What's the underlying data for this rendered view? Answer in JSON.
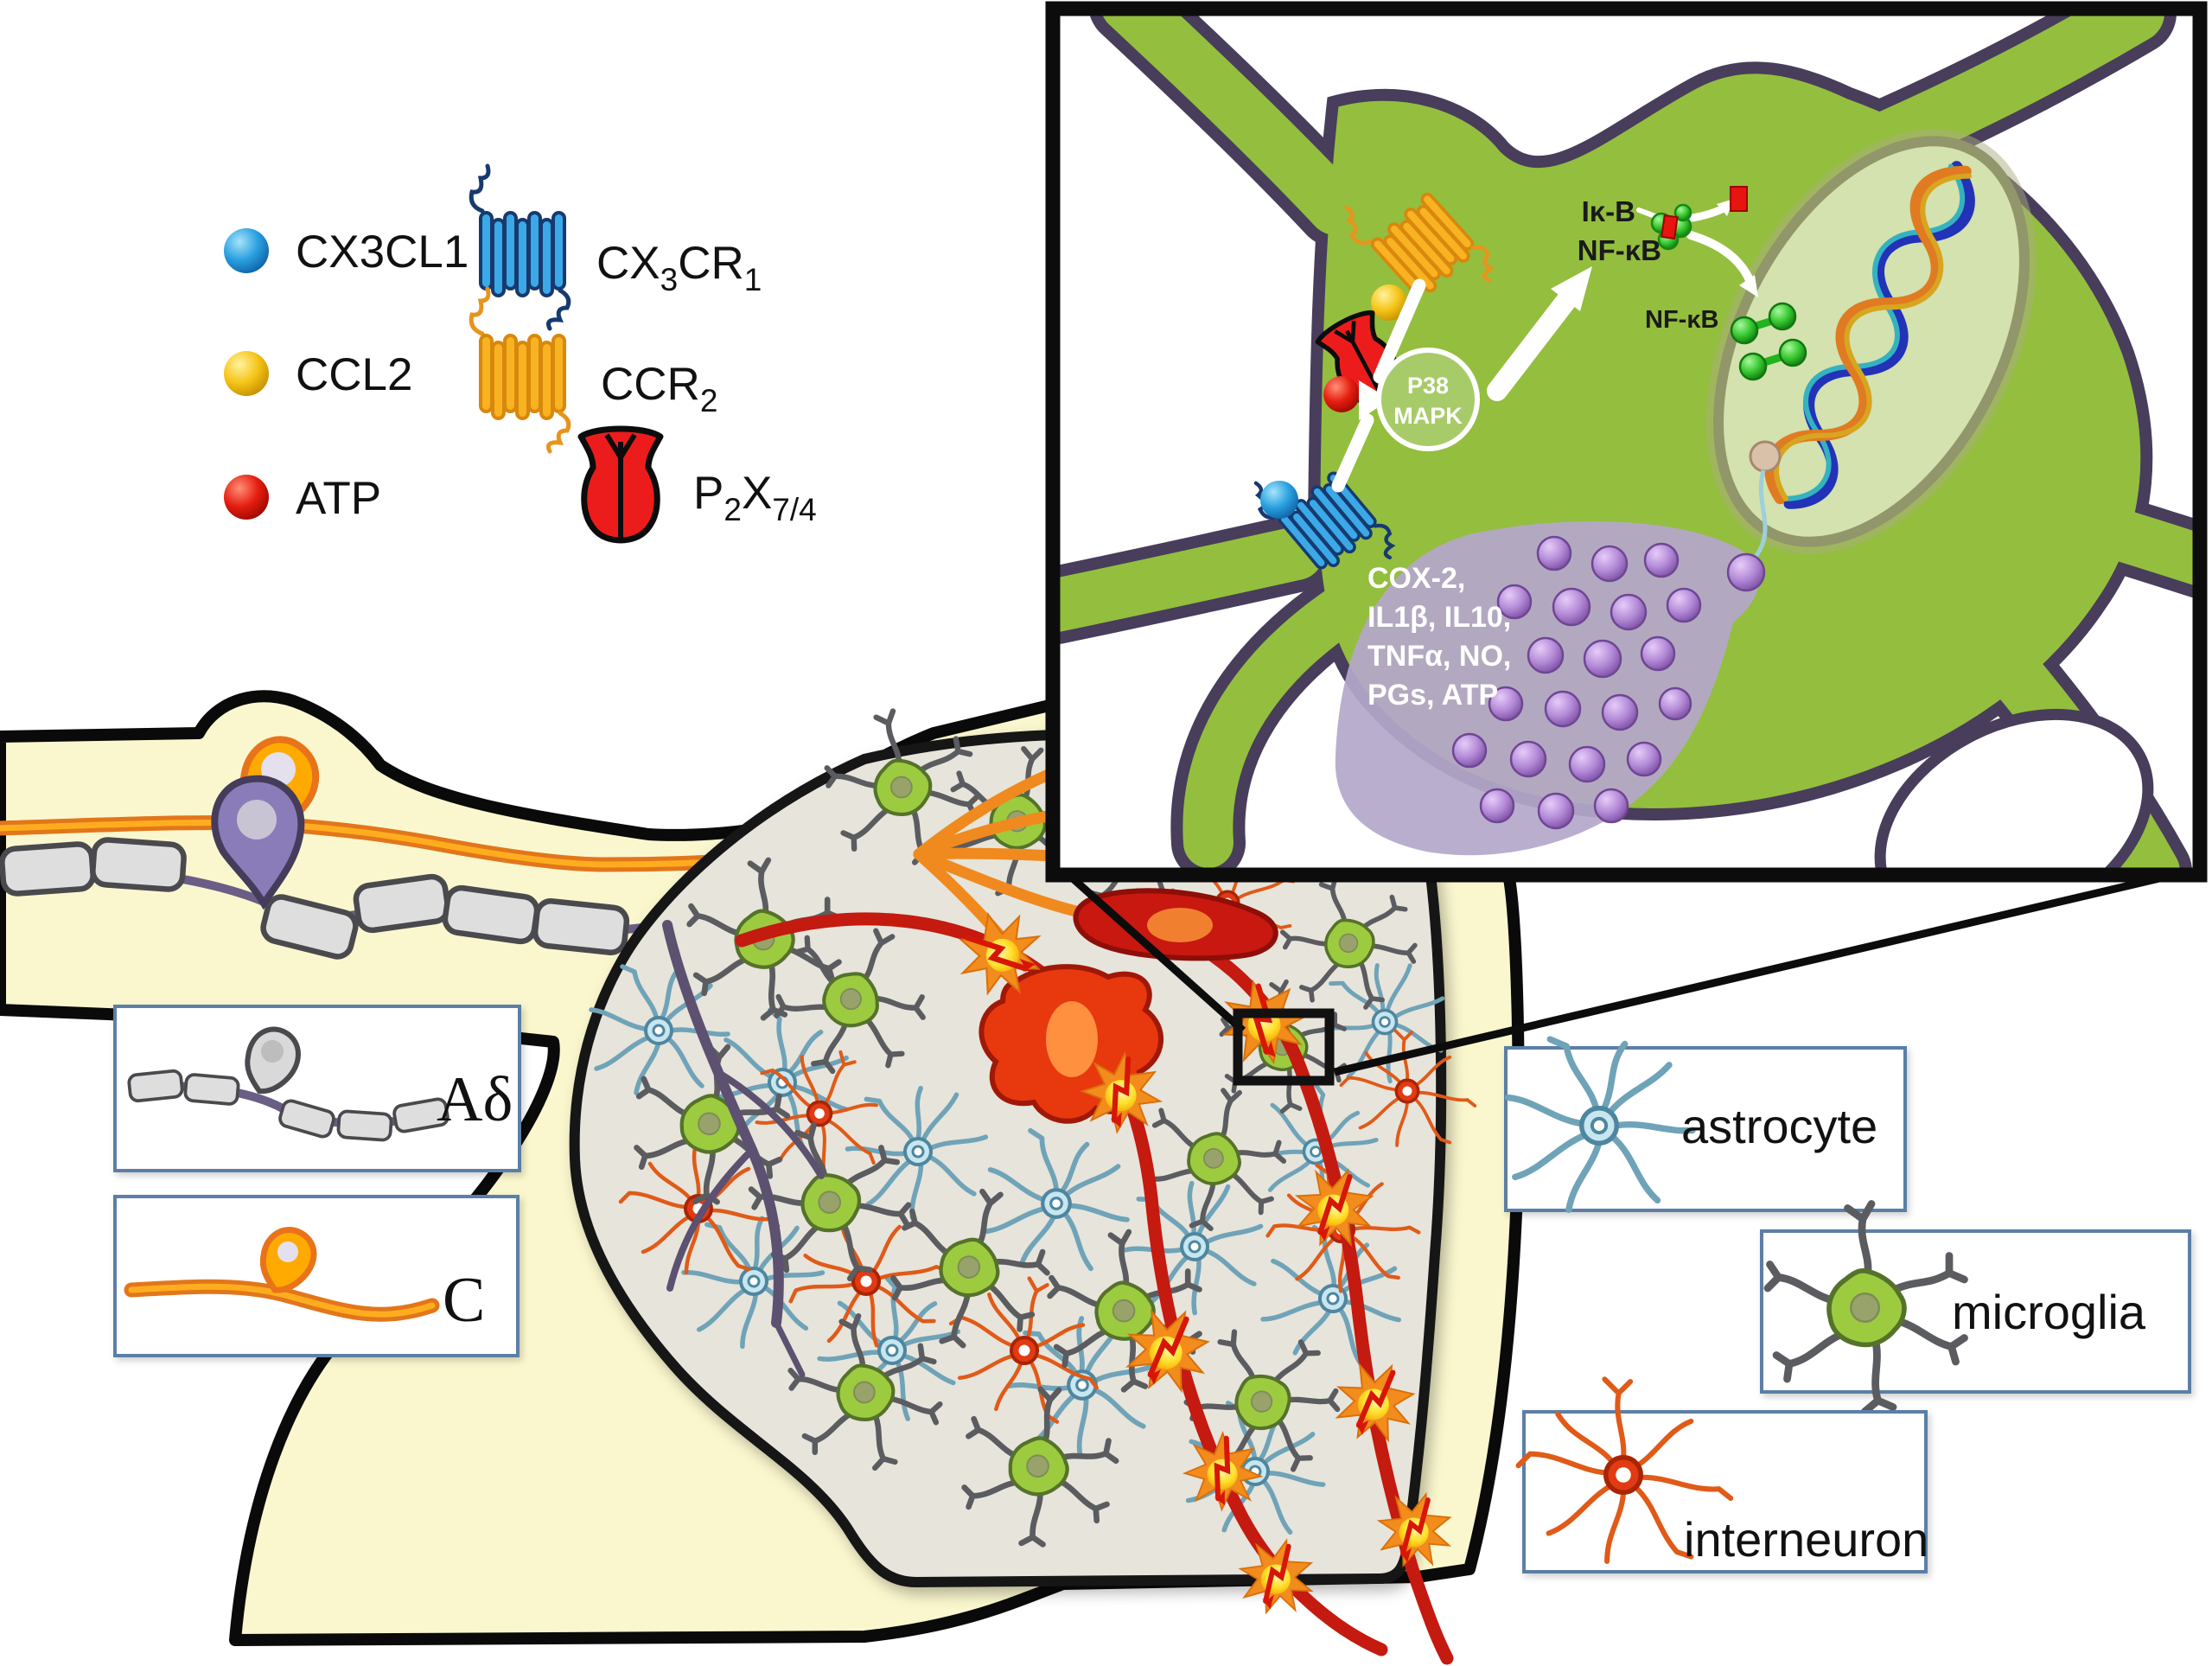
{
  "legend": {
    "ligands": [
      {
        "label": "CX3CL1",
        "color": "#2AA0E0"
      },
      {
        "label": "CCL2",
        "color": "#F5C518"
      },
      {
        "label": "ATP",
        "color": "#E61E10"
      }
    ],
    "receptors": {
      "cx3cr1": {
        "base1": "CX",
        "sub1": "3",
        "base2": "CR",
        "sub2": "1",
        "color": "#3BA8E8"
      },
      "ccr2": {
        "base1": "CCR",
        "sub1": "2",
        "color": "#F9B222"
      },
      "p2x": {
        "base1": "P",
        "sub1": "2",
        "base2": "X",
        "sub2": "7/4",
        "color": "#ED1C1C"
      }
    }
  },
  "inset": {
    "ikb_label": "Iκ-B",
    "nfkb_label": "NF-κB",
    "nfkb_nucleus_label": "NF-κB",
    "p38_line1": "P38",
    "p38_line2": "MAPK",
    "mediators": [
      "COX-2,",
      "IL1β, IL10,",
      "TNFα, NO,",
      "PGs, ATP"
    ]
  },
  "fiber_labels": {
    "a_delta": "Aδ",
    "c": "C"
  },
  "cell_labels": {
    "astrocyte": "astrocyte",
    "microglia": "microglia",
    "interneuron": "interneuron"
  },
  "colors": {
    "microglia_green": "#94BE3E",
    "membrane_purple": "#483D5B",
    "secretion_cloud": "#B4A7CB",
    "dorsal_horn_gray": "#E7E4DB",
    "nerve_yellow": "#FAF7CE"
  }
}
